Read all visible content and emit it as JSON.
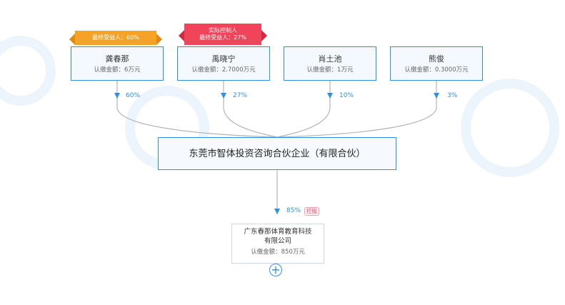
{
  "shareholders": [
    {
      "name": "龚春那",
      "amount": "认缴金额：6万元",
      "percent": "60%",
      "tag": "最终受益人：60%"
    },
    {
      "name": "禹晓宁",
      "amount": "认缴金额：2.7000万元",
      "percent": "27%",
      "tag_line1": "实际控制人",
      "tag_line2": "最终受益人：27%"
    },
    {
      "name": "肖土池",
      "amount": "认缴金额：1万元",
      "percent": "10%"
    },
    {
      "name": "熊俊",
      "amount": "认缴金额：0.3000万元",
      "percent": "3%"
    }
  ],
  "partnership": {
    "name": "东莞市智体投资咨询合伙企业（有限合伙）"
  },
  "investment": {
    "percent": "85%",
    "badge": "控股"
  },
  "target_company": {
    "name_line1": "广东春那体育教育科技",
    "name_line2": "有限公司",
    "amount": "认缴金额：850万元"
  },
  "expand": {
    "symbol": "+"
  },
  "colors": {
    "accent": "#2f8ee8",
    "gold_tag": "#f4a326",
    "red_tag": "#f0445a"
  }
}
